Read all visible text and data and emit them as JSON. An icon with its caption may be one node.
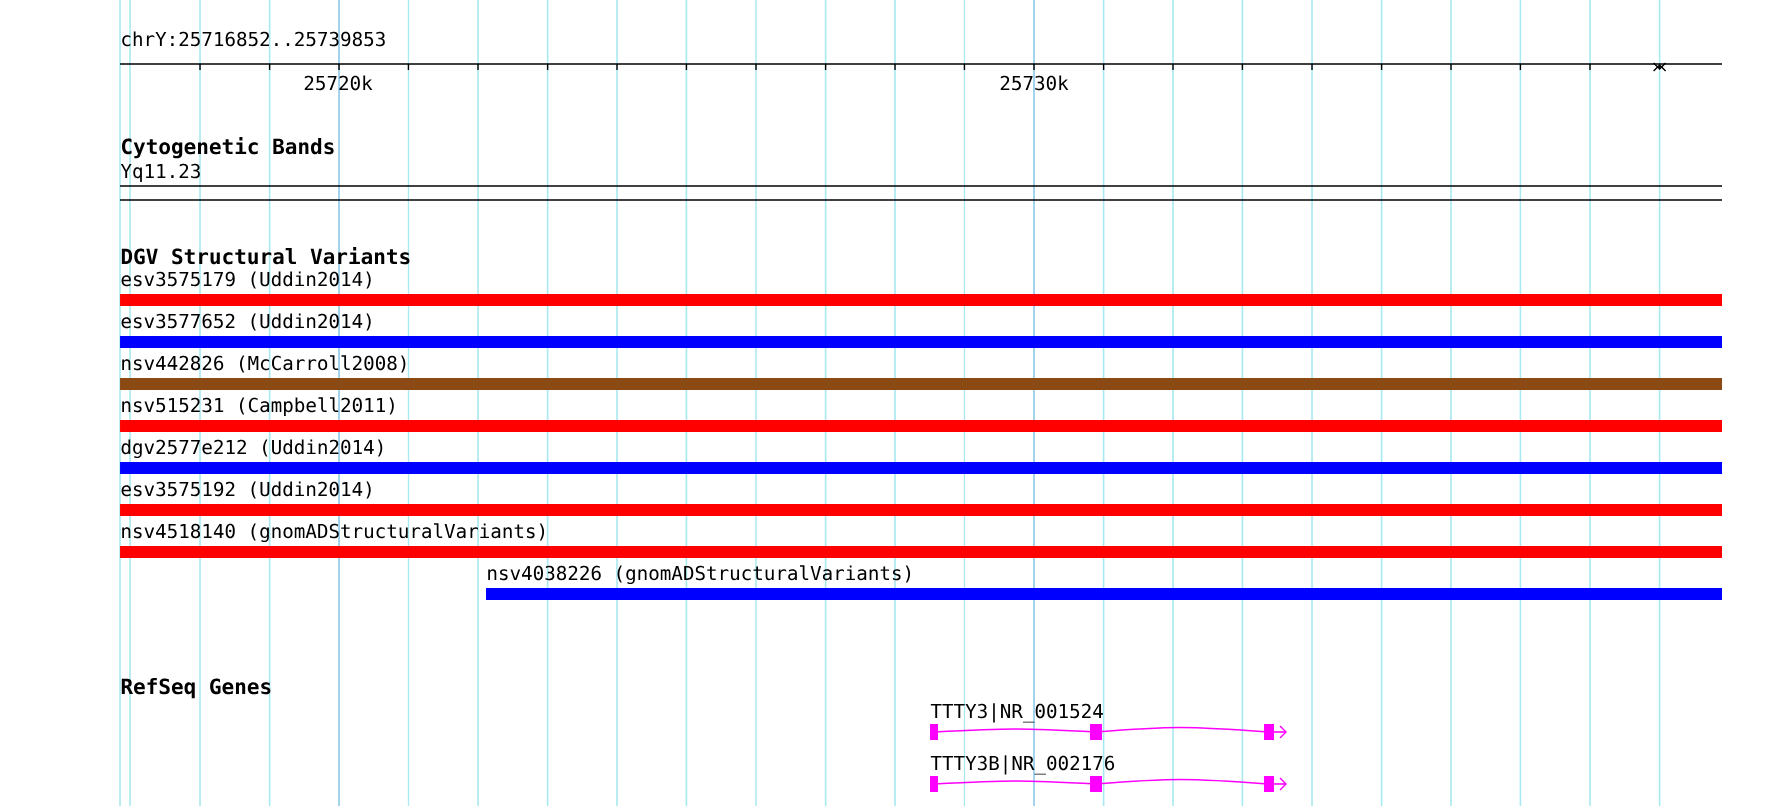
{
  "diagram": {
    "labels": [
      "chrY:25716852..25739853",
      "25720k",
      "25730k",
      "Cytogenetic Bands",
      "Yq11.23",
      "DGV Structural Variants",
      "esv3575179 (Uddin2014)",
      "esv3577652 (Uddin2014)",
      "nsv442826 (McCarroll2008)",
      "nsv515231 (Campbell2011)",
      "dgv2577e212 (Uddin2014)",
      "esv3575192 (Uddin2014)",
      "nsv4518140 (gnomADStructuralVariants)",
      "nsv4038226 (gnomADStructuralVariants)",
      "RefSeq Genes",
      "TTTY3|NR_001524",
      "TTTY3B|NR_002176"
    ]
  }
}
